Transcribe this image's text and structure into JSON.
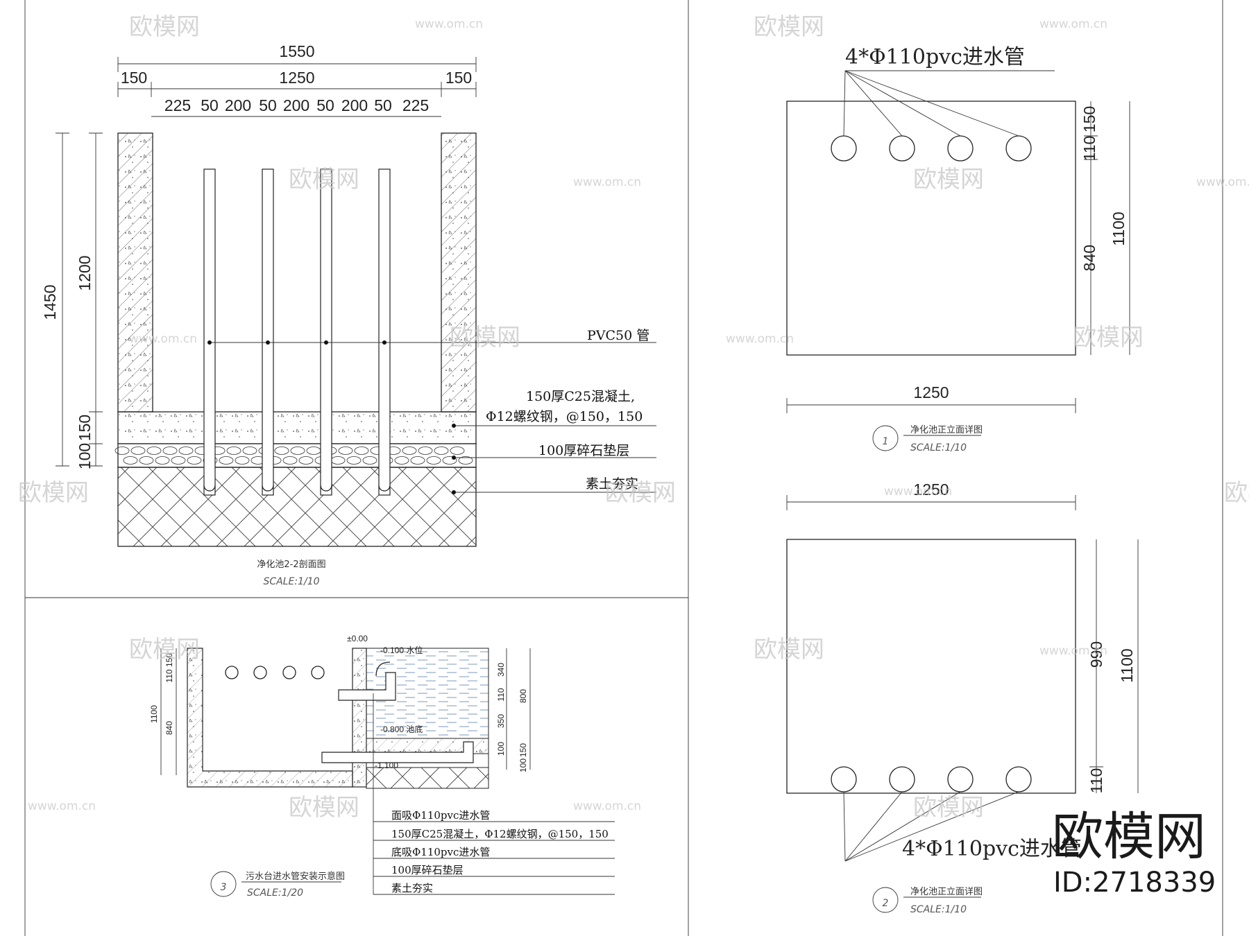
{
  "section_2_2": {
    "dims_top": {
      "total": "1550",
      "left": "150",
      "middle": "1250",
      "right": "150"
    },
    "dims_sub": [
      "225",
      "50",
      "200",
      "50",
      "200",
      "50",
      "200",
      "50",
      "225"
    ],
    "dims_left": {
      "total": "1450",
      "wall": "1200",
      "slab": "150",
      "gravel": "100"
    },
    "labels": {
      "pipe": "PVC50 管",
      "concrete_1": "150厚C25混凝土,",
      "concrete_2": "Φ12螺纹钢，@150，150",
      "gravel": "100厚碎石垫层",
      "soil": "素土夯实"
    },
    "title": "净化池2-2剖面图",
    "scale": "SCALE:1/10"
  },
  "elevation_1": {
    "pipe_label": "4*Φ110pvc进水管",
    "dims_right": {
      "a": "150",
      "b": "110",
      "c": "840",
      "total": "1100"
    },
    "dim_bottom": "1250",
    "number": "1",
    "title": "净化池正立面详图",
    "scale": "SCALE:1/10"
  },
  "elevation_2": {
    "dim_top": "1250",
    "dims_right": {
      "a": "990",
      "b": "110",
      "total": "1100"
    },
    "pipe_label": "4*Φ110pvc进水管",
    "number": "2",
    "title": "净化池正立面详图",
    "scale": "SCALE:1/10"
  },
  "install_3": {
    "level_0": "±0.00",
    "level_water": "-0.100 水位",
    "level_bottom": "-0.800 池底",
    "level_base": "-1.100",
    "dims_left": {
      "a": "150",
      "b": "110",
      "c": "840",
      "total": "1100"
    },
    "dims_right": {
      "a": "340",
      "b": "110",
      "c": "350",
      "d": "100",
      "e": "150",
      "f": "100",
      "total": "800"
    },
    "notes": [
      "面吸Φ110pvc进水管",
      "150厚C25混凝土，Φ12螺纹钢，@150，150",
      "底吸Φ110pvc进水管",
      "100厚碎石垫层",
      "素土夯实"
    ],
    "number": "3",
    "title": "污水台进水管安装示意图",
    "scale": "SCALE:1/20"
  },
  "watermark": {
    "brand": "欧模网",
    "site": "www.om.cn",
    "id": "ID:2718339"
  }
}
